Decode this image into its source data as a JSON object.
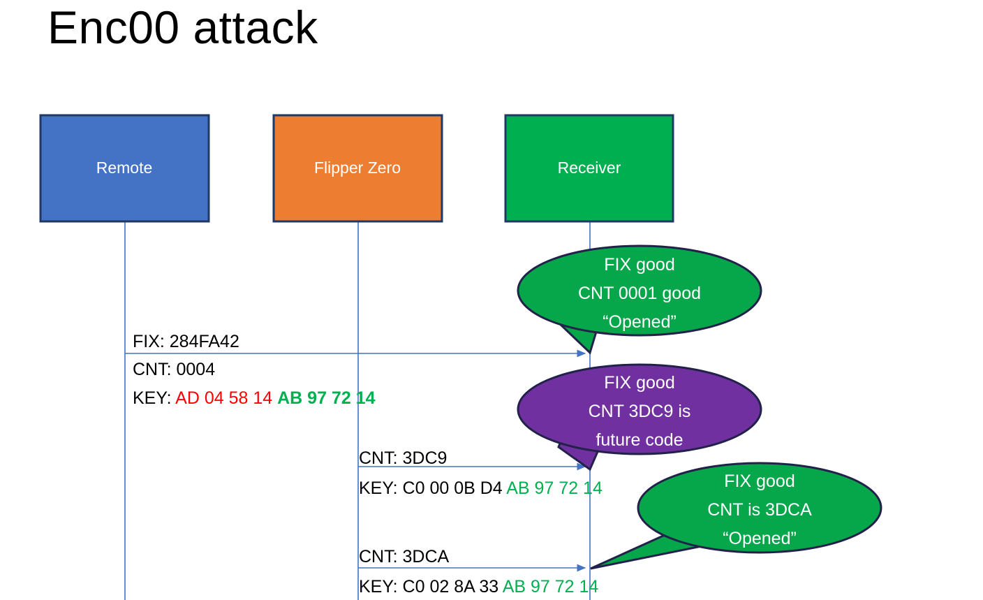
{
  "slide": {
    "title": "Enc00 attack",
    "background_color": "#FFFFFF"
  },
  "colors": {
    "remote_blue": "#4472C4",
    "flipper_orange": "#ED7D31",
    "receiver_green": "#00B050",
    "bubble_green": "#06A64B",
    "bubble_purple": "#7030A0",
    "box_outline": "#1F3864",
    "bubble_outline": "#21214A",
    "lifeline_blue": "#4472C4",
    "hex_red": "#FF0000",
    "hex_green": "#00B050",
    "text_black": "#000000"
  },
  "actors": [
    {
      "id": "remote",
      "label": "Remote",
      "fill": "#4472C4"
    },
    {
      "id": "flipper",
      "label": "Flipper Zero",
      "fill": "#ED7D31"
    },
    {
      "id": "receiver",
      "label": "Receiver",
      "fill": "#00B050"
    }
  ],
  "messages": [
    {
      "id": "msg-1",
      "from": "remote",
      "to": "receiver",
      "label_above": "FIX: 284FA42",
      "label_below_line1": "CNT: 0004",
      "label_below_line2_prefix": "KEY: ",
      "label_below_line2_red": "AD 04 58 14",
      "label_below_line2_green": "AB 97 72 14"
    },
    {
      "id": "msg-2",
      "from": "flipper",
      "to": "receiver",
      "label_above": "CNT: 3DC9",
      "label_below_prefix": "KEY: C0 00 0B D4 ",
      "label_below_green": "AB 97 72 14"
    },
    {
      "id": "msg-3",
      "from": "flipper",
      "to": "receiver",
      "label_above": "CNT: 3DCA",
      "label_below_prefix": "KEY: C0 02 8A 33 ",
      "label_below_green": "AB 97 72 14"
    }
  ],
  "bubbles": [
    {
      "id": "bubble-1",
      "fill": "#06A64B",
      "lines": [
        "FIX good",
        "CNT 0001 good",
        "“Opened”"
      ]
    },
    {
      "id": "bubble-2",
      "fill": "#7030A0",
      "lines": [
        "FIX good",
        "CNT 3DC9 is",
        "future code"
      ]
    },
    {
      "id": "bubble-3",
      "fill": "#06A64B",
      "lines": [
        "FIX good",
        "CNT is 3DCA",
        "“Opened”"
      ]
    }
  ]
}
